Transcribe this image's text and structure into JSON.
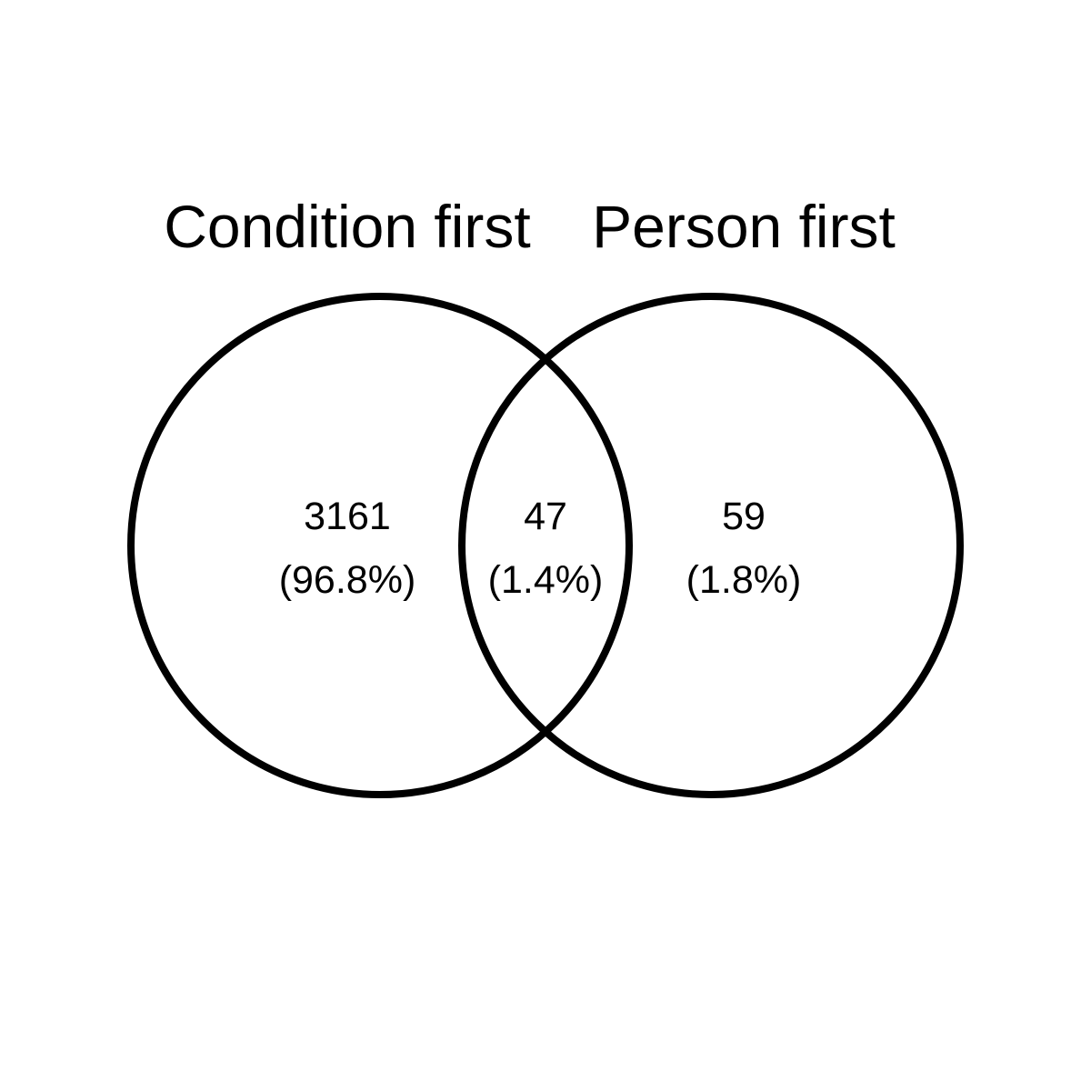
{
  "diagram": {
    "type": "venn",
    "sets": [
      {
        "name": "Condition first"
      },
      {
        "name": "Person first"
      }
    ],
    "regions": [
      {
        "id": "condition-only",
        "count": "3161",
        "percent": "(96.8%)"
      },
      {
        "id": "both",
        "count": "47",
        "percent": "(1.4%)"
      },
      {
        "id": "person-only",
        "count": "59",
        "percent": "(1.8%)"
      }
    ],
    "line_color": "#000000",
    "background": "#ffffff"
  }
}
